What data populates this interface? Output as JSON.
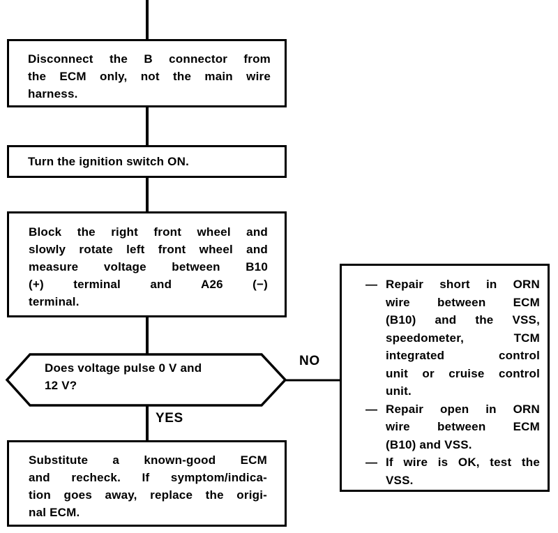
{
  "flowchart": {
    "boxes": {
      "disconnect": {
        "lines": [
          "Disconnect the B connector from",
          "the ECM only, not the main wire",
          "harness."
        ]
      },
      "ignition": {
        "lines": [
          "Turn the ignition switch ON."
        ]
      },
      "block_wheel": {
        "lines": [
          "Block the right front wheel and",
          "slowly rotate left front wheel and",
          "measure voltage between B10",
          "(+) terminal and A26 (−)",
          "terminal."
        ]
      },
      "decision": {
        "lines": [
          "Does voltage pulse 0 V and",
          "12 V?"
        ]
      },
      "substitute": {
        "lines": [
          "Substitute a known-good ECM",
          "and recheck. If symptom/indica-",
          "tion goes away, replace the origi-",
          "nal ECM."
        ]
      },
      "repair": {
        "bullets": [
          {
            "dash": "—",
            "lines": [
              "Repair short in ORN",
              "wire between ECM",
              "(B10) and the VSS,",
              "speedometer, TCM",
              "integrated control",
              "unit or cruise control",
              "unit."
            ]
          },
          {
            "dash": "—",
            "lines": [
              "Repair open in ORN",
              "wire between ECM",
              "(B10) and VSS."
            ]
          },
          {
            "dash": "—",
            "lines": [
              "If wire is OK, test the",
              "VSS."
            ]
          }
        ]
      }
    },
    "labels": {
      "no": "NO",
      "yes": "YES"
    },
    "colors": {
      "ink": "#000000",
      "paper": "#ffffff"
    }
  }
}
